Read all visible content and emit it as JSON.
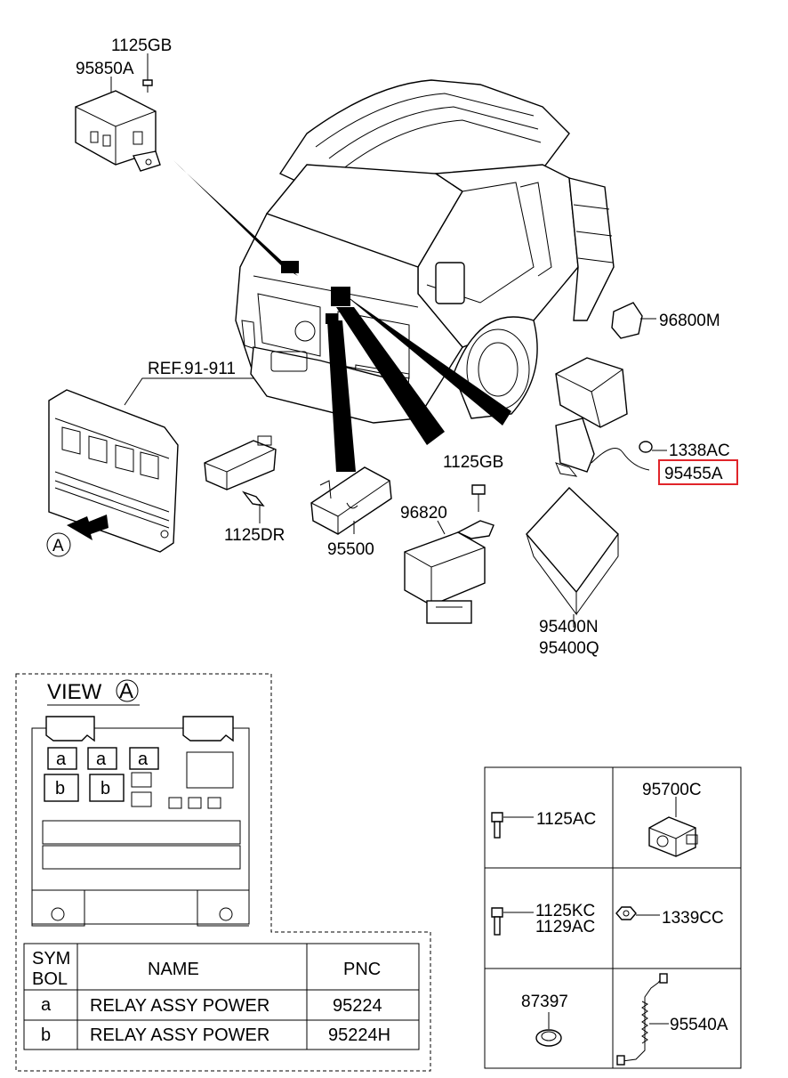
{
  "callouts": {
    "p1125GB_top": "1125GB",
    "p95850A": "95850A",
    "ref": "REF.91-911",
    "p96800M": "96800M",
    "p1338AC": "1338AC",
    "p95455A": "95455A",
    "p1125GB_mid": "1125GB",
    "p96820": "96820",
    "p1125DR": "1125DR",
    "p95500": "95500",
    "p95400N": "95400N",
    "p95400Q": "95400Q",
    "viewA_marker": "A"
  },
  "highlight_color": "#e0242a",
  "view": {
    "title": "VIEW",
    "marker": "A",
    "relay_a": "a",
    "relay_b": "b"
  },
  "legend_table": {
    "headers": {
      "sym_line1": "SYM",
      "sym_line2": "BOL",
      "name": "NAME",
      "pnc": "PNC"
    },
    "rows": [
      {
        "sym": "a",
        "name": "RELAY ASSY POWER",
        "pnc": "95224"
      },
      {
        "sym": "b",
        "name": "RELAY ASSY POWER",
        "pnc": "95224H"
      }
    ]
  },
  "parts_grid": {
    "c1": "1125AC",
    "c2": "95700C",
    "c3_line1": "1125KC",
    "c3_line2": "1129AC",
    "c4": "1339CC",
    "c5": "87397",
    "c6": "95540A"
  }
}
